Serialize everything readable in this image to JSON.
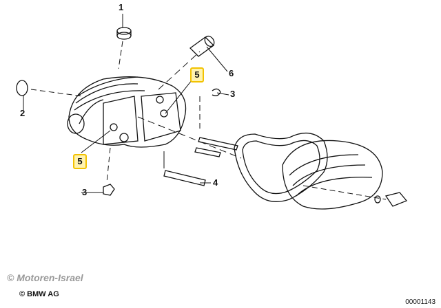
{
  "callouts": [
    {
      "id": "1",
      "label": "1",
      "highlighted": false
    },
    {
      "id": "6",
      "label": "6",
      "highlighted": false
    },
    {
      "id": "5a",
      "label": "5",
      "highlighted": true
    },
    {
      "id": "3a",
      "label": "3",
      "highlighted": false
    },
    {
      "id": "2",
      "label": "2",
      "highlighted": false
    },
    {
      "id": "5b",
      "label": "5",
      "highlighted": true
    },
    {
      "id": "4",
      "label": "4",
      "highlighted": false
    },
    {
      "id": "3b",
      "label": "3",
      "highlighted": false
    }
  ],
  "highlight_color": "#f2c200",
  "watermark": "© Motoren-Israel",
  "copyright": "© BMW AG",
  "diagram_number": "00001143"
}
